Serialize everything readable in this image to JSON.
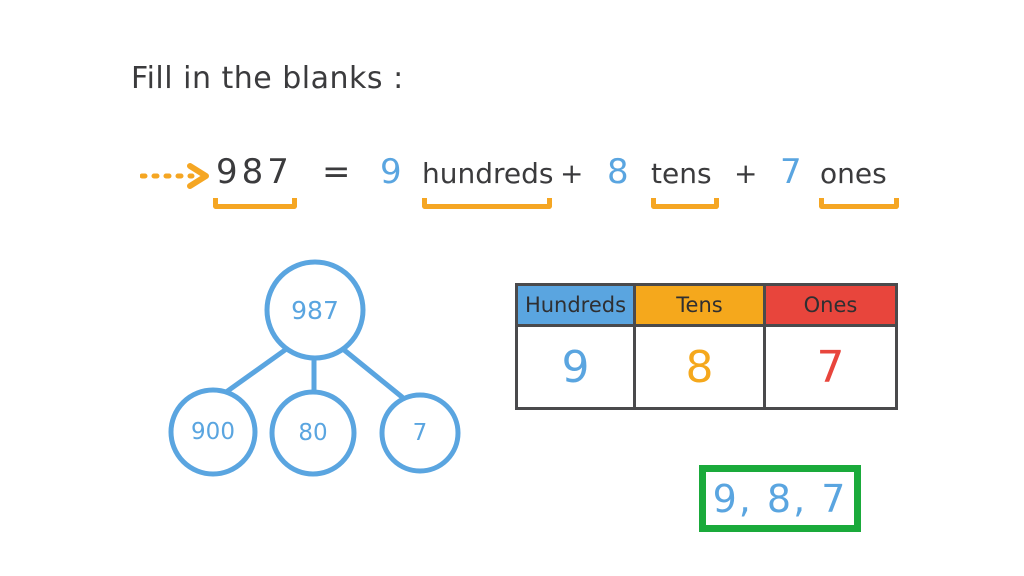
{
  "heading": "Fill in the blanks :",
  "colors": {
    "ink": "#3b3b3d",
    "blue": "#5aa5e0",
    "orange": "#f5a623",
    "table_orange": "#f5a81c",
    "red": "#e8453c",
    "green": "#1aaa3b",
    "background": "#ffffff"
  },
  "equation": {
    "arrow_icon": "dotted-arrow-icon",
    "number": "987",
    "equals": "=",
    "terms": [
      {
        "digit": "9",
        "word": "hundreds"
      },
      {
        "digit": "8",
        "word": "tens"
      },
      {
        "digit": "7",
        "word": "ones"
      }
    ],
    "plus_1": "+",
    "plus_2": "+"
  },
  "number_bond": {
    "whole": "987",
    "parts": [
      "900",
      "80",
      "7"
    ]
  },
  "place_value_table": {
    "headers": [
      "Hundreds",
      "Tens",
      "Ones"
    ],
    "digits": [
      "9",
      "8",
      "7"
    ]
  },
  "answer_box": {
    "value": "9, 8, 7"
  }
}
